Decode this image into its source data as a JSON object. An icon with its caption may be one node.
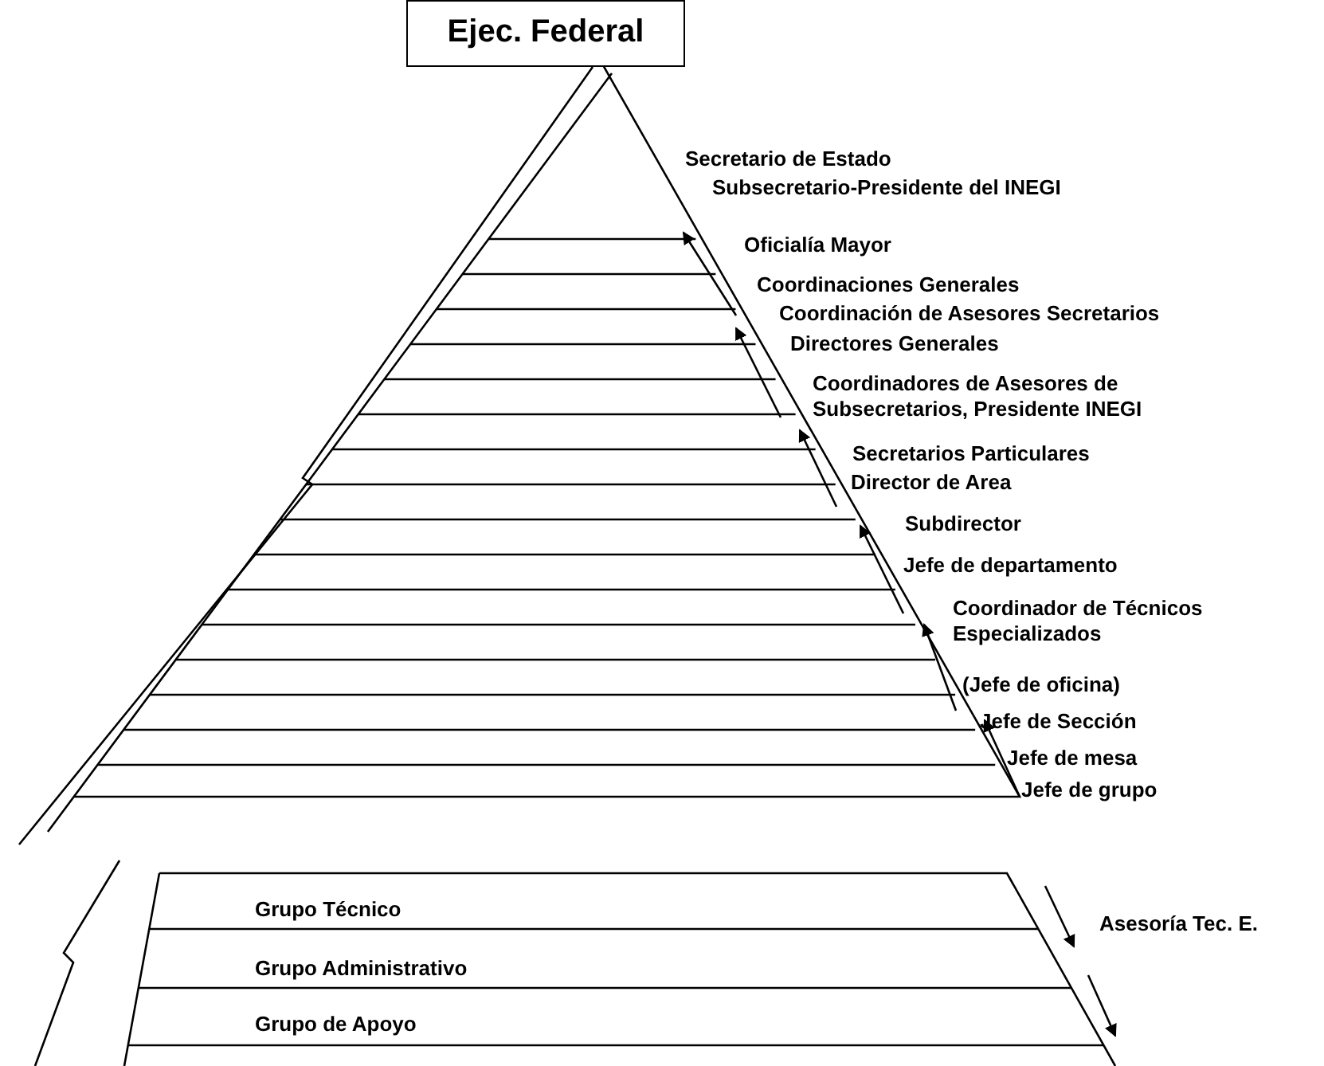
{
  "diagram": {
    "nodes": [
      {
        "text": [
          "Ejec. Federal"
        ]
      },
      {
        "text": [
          "Grupo Técnico"
        ]
      },
      {
        "text": [
          "Grupo Administrativo"
        ]
      },
      {
        "text": [
          "Grupo de Apoyo"
        ]
      }
    ],
    "labels": [
      "Secretario de Estado",
      "Subsecretario-Presidente del INEGI",
      "Oficialía Mayor",
      "Coordinaciones Generales",
      "Coordinación de Asesores Secretarios",
      "Directores Generales",
      "Coordinadores de Asesores de Subsecretarios, Presidente INEGI",
      "Secretarios Particulares",
      "Director de Area",
      "Subdirector",
      "Jefe de departamento",
      "Coordinador de Técnicos Especializados",
      "(Jefe de oficina)",
      "Jefe de Sección",
      "Jefe de mesa",
      "Jefe de grupo",
      "Asesoría Tec. E."
    ]
  }
}
